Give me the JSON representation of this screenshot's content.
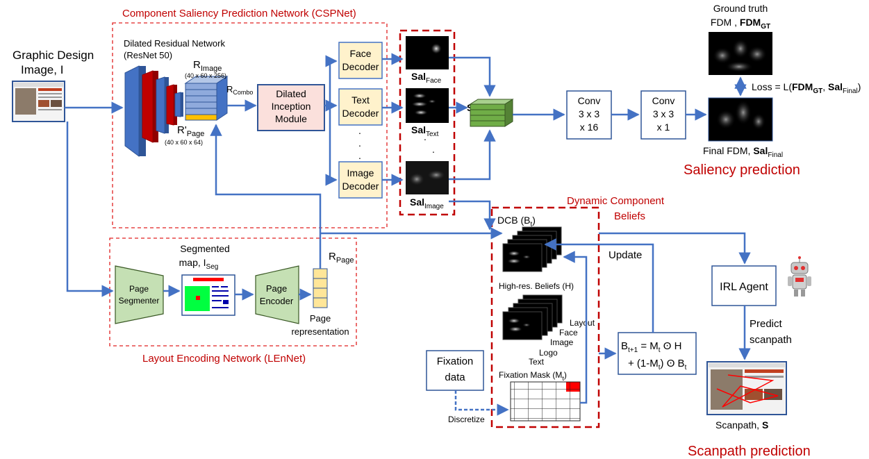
{
  "input": {
    "title_line1": "Graphic Design",
    "title_line2": "Image, I"
  },
  "cspnet": {
    "title": "Component Saliency Prediction Network (CSPNet)",
    "backbone_line1": "Dilated Residual Network",
    "backbone_line2": "(ResNet 50)",
    "r_image": "R",
    "r_image_sub": "Image",
    "r_image_dims": "(40 x 60 x 256)",
    "r_combo": "R",
    "r_combo_sub": "Combo",
    "r_page_prime": "R'",
    "r_page_prime_sub": "Page",
    "r_page_prime_dims": "(40 x 60 x 64)",
    "inception_line1": "Dilated",
    "inception_line2": "Inception",
    "inception_line3": "Module",
    "face_decoder_line1": "Face",
    "face_decoder_line2": "Decoder",
    "text_decoder_line1": "Text",
    "text_decoder_line2": "Decoder",
    "image_decoder_line1": "Image",
    "image_decoder_line2": "Decoder",
    "dots": "."
  },
  "saliency_maps": {
    "sal": "Sal",
    "face_sub": "Face",
    "text_sub": "Text",
    "image_sub": "Image"
  },
  "conv1": {
    "line1": "Conv",
    "line2": "3 x 3",
    "line3": "x 16"
  },
  "conv2": {
    "line1": "Conv",
    "line2": "3 x 3",
    "line3": "x 1"
  },
  "ground_truth": {
    "line1": "Ground truth",
    "line2_prefix": "FDM , ",
    "fdm": "FDM",
    "gt_sub": "GT"
  },
  "loss": {
    "prefix": "Loss  =  L(",
    "fdm": "FDM",
    "gt_sub": "GT",
    "comma": ", ",
    "sal": "Sal",
    "final_sub": "Final",
    "suffix": ")"
  },
  "final_fdm": {
    "prefix": "Final FDM, ",
    "sal": "Sal",
    "final_sub": "Final"
  },
  "saliency_prediction_label": "Saliency prediction",
  "lennet": {
    "title": "Layout Encoding Network (LEnNet)",
    "segmenter_line1": "Page",
    "segmenter_line2": "Segmenter",
    "segmented_line1": "Segmented",
    "segmented_line2": "map, I",
    "segmented_sub": "Seg",
    "encoder_line1": "Page",
    "encoder_line2": "Encoder",
    "r_page": "R",
    "r_page_sub": "Page",
    "page_rep_line1": "Page",
    "page_rep_line2": "representation"
  },
  "dcb": {
    "title_line1": "Dynamic Component",
    "title_line2": "Beliefs",
    "dcb_label": "DCB (B",
    "dcb_sub": "t",
    "dcb_close": ")",
    "update": "Update",
    "high_res": "High-res. Beliefs (H)",
    "layers": [
      "Layout",
      "Face",
      "Image",
      "Logo",
      "Text"
    ],
    "fixation_mask": "Fixation Mask (M",
    "fixation_mask_sub": "t",
    "fixation_mask_close": ")",
    "discretize": "Discretize"
  },
  "fixation_data": {
    "line1": "Fixation",
    "line2": "data"
  },
  "update_eq": {
    "b": "B",
    "b_sub": "t+1",
    "eq1": " = M",
    "m_sub": "t",
    "eq1_rest": " ʘ H",
    "eq2_a": "+ (1-M",
    "eq2_sub": "t",
    "eq2_b": ") ʘ B",
    "eq2_sub2": "t"
  },
  "irl_agent": "IRL Agent",
  "predict_line1": "Predict",
  "predict_line2": "scanpath",
  "scanpath": {
    "prefix": "Scanpath, ",
    "s": "S"
  },
  "scanpath_prediction_label": "Scanpath prediction",
  "colors": {
    "arrow": "#4472c4",
    "dashed_red": "#e02020",
    "dark_red": "#c00000",
    "decoder_fill": "#fff2cc",
    "decoder_stroke": "#4472c4",
    "inception_fill": "#fbe0dc",
    "segmenter_fill": "#c5e0b4",
    "feature_blue": "#8faadc",
    "feature_yellow": "#ffc000",
    "sal_cube_green": "#70ad47",
    "backbone_blue": "#4472c4",
    "backbone_red": "#c00000"
  }
}
